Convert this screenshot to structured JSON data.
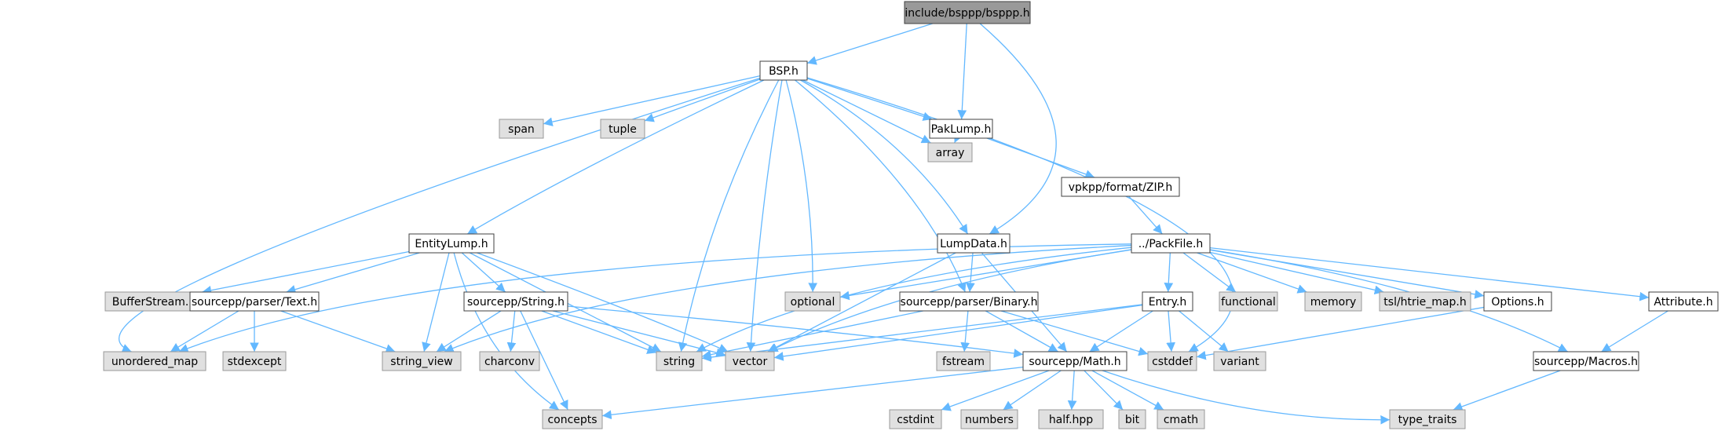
{
  "colors": {
    "root_fill": "#999999",
    "node_fill": "#ffffff",
    "system_fill": "#e0e0e0",
    "node_border": "#404040",
    "system_border": "#999999",
    "edge": "#63b8ff",
    "text": "#000000"
  },
  "nodes": [
    {
      "id": "root",
      "label": "include/bsppp/bsppp.h",
      "kind": "root"
    },
    {
      "id": "bsp",
      "label": "BSP.h",
      "kind": "file"
    },
    {
      "id": "span",
      "label": "span",
      "kind": "system"
    },
    {
      "id": "tuple",
      "label": "tuple",
      "kind": "system"
    },
    {
      "id": "paklump",
      "label": "PakLump.h",
      "kind": "file"
    },
    {
      "id": "array",
      "label": "array",
      "kind": "system"
    },
    {
      "id": "vpkppzip",
      "label": "vpkpp/format/ZIP.h",
      "kind": "file"
    },
    {
      "id": "entitylump",
      "label": "EntityLump.h",
      "kind": "file"
    },
    {
      "id": "lumpdata",
      "label": "LumpData.h",
      "kind": "file"
    },
    {
      "id": "packfile",
      "label": "../PackFile.h",
      "kind": "file"
    },
    {
      "id": "bufferstream",
      "label": "BufferStream.h",
      "kind": "system"
    },
    {
      "id": "parsertext",
      "label": "sourcepp/parser/Text.h",
      "kind": "file"
    },
    {
      "id": "sppstring",
      "label": "sourcepp/String.h",
      "kind": "file"
    },
    {
      "id": "optional",
      "label": "optional",
      "kind": "system"
    },
    {
      "id": "parserbinary",
      "label": "sourcepp/parser/Binary.h",
      "kind": "file"
    },
    {
      "id": "entryh",
      "label": "Entry.h",
      "kind": "file"
    },
    {
      "id": "functional",
      "label": "functional",
      "kind": "system"
    },
    {
      "id": "memory",
      "label": "memory",
      "kind": "system"
    },
    {
      "id": "htriemap",
      "label": "tsl/htrie_map.h",
      "kind": "system"
    },
    {
      "id": "options",
      "label": "Options.h",
      "kind": "file"
    },
    {
      "id": "attribute",
      "label": "Attribute.h",
      "kind": "file"
    },
    {
      "id": "unordered_map",
      "label": "unordered_map",
      "kind": "system"
    },
    {
      "id": "stdexcept",
      "label": "stdexcept",
      "kind": "system"
    },
    {
      "id": "string_view",
      "label": "string_view",
      "kind": "system"
    },
    {
      "id": "charconv",
      "label": "charconv",
      "kind": "system"
    },
    {
      "id": "string",
      "label": "string",
      "kind": "system"
    },
    {
      "id": "vector",
      "label": "vector",
      "kind": "system"
    },
    {
      "id": "fstream",
      "label": "fstream",
      "kind": "system"
    },
    {
      "id": "math",
      "label": "sourcepp/Math.h",
      "kind": "file"
    },
    {
      "id": "cstddef",
      "label": "cstddef",
      "kind": "system"
    },
    {
      "id": "variant",
      "label": "variant",
      "kind": "system"
    },
    {
      "id": "macros",
      "label": "sourcepp/Macros.h",
      "kind": "file"
    },
    {
      "id": "concepts",
      "label": "concepts",
      "kind": "system"
    },
    {
      "id": "cstdint",
      "label": "cstdint",
      "kind": "system"
    },
    {
      "id": "numbers",
      "label": "numbers",
      "kind": "system"
    },
    {
      "id": "halfhpp",
      "label": "half.hpp",
      "kind": "system"
    },
    {
      "id": "bit",
      "label": "bit",
      "kind": "system"
    },
    {
      "id": "cmath",
      "label": "cmath",
      "kind": "system"
    },
    {
      "id": "type_traits",
      "label": "type_traits",
      "kind": "system"
    }
  ],
  "edges": [
    [
      "root",
      "bsp"
    ],
    [
      "root",
      "paklump"
    ],
    [
      "root",
      "lumpdata"
    ],
    [
      "bsp",
      "span"
    ],
    [
      "bsp",
      "tuple"
    ],
    [
      "bsp",
      "paklump"
    ],
    [
      "bsp",
      "array"
    ],
    [
      "bsp",
      "entitylump"
    ],
    [
      "bsp",
      "lumpdata"
    ],
    [
      "bsp",
      "optional"
    ],
    [
      "bsp",
      "parserbinary"
    ],
    [
      "bsp",
      "unordered_map"
    ],
    [
      "bsp",
      "string"
    ],
    [
      "bsp",
      "vector"
    ],
    [
      "bsp",
      "cstddef"
    ],
    [
      "paklump",
      "array"
    ],
    [
      "paklump",
      "vpkppzip"
    ],
    [
      "vpkppzip",
      "packfile"
    ],
    [
      "entitylump",
      "bufferstream"
    ],
    [
      "entitylump",
      "parsertext"
    ],
    [
      "entitylump",
      "sppstring"
    ],
    [
      "entitylump",
      "string_view"
    ],
    [
      "entitylump",
      "string"
    ],
    [
      "entitylump",
      "vector"
    ],
    [
      "entitylump",
      "concepts"
    ],
    [
      "lumpdata",
      "parserbinary"
    ],
    [
      "lumpdata",
      "vector"
    ],
    [
      "lumpdata",
      "math"
    ],
    [
      "packfile",
      "unordered_map"
    ],
    [
      "packfile",
      "string_view"
    ],
    [
      "packfile",
      "optional"
    ],
    [
      "packfile",
      "string"
    ],
    [
      "packfile",
      "vector"
    ],
    [
      "packfile",
      "entryh"
    ],
    [
      "packfile",
      "functional"
    ],
    [
      "packfile",
      "memory"
    ],
    [
      "packfile",
      "htriemap"
    ],
    [
      "packfile",
      "options"
    ],
    [
      "packfile",
      "attribute"
    ],
    [
      "packfile",
      "macros"
    ],
    [
      "parsertext",
      "unordered_map"
    ],
    [
      "parsertext",
      "stdexcept"
    ],
    [
      "parsertext",
      "string_view"
    ],
    [
      "sppstring",
      "string_view"
    ],
    [
      "sppstring",
      "charconv"
    ],
    [
      "sppstring",
      "string"
    ],
    [
      "sppstring",
      "vector"
    ],
    [
      "sppstring",
      "concepts"
    ],
    [
      "sppstring",
      "math"
    ],
    [
      "parserbinary",
      "string"
    ],
    [
      "parserbinary",
      "fstream"
    ],
    [
      "parserbinary",
      "math"
    ],
    [
      "parserbinary",
      "cstddef"
    ],
    [
      "entryh",
      "string"
    ],
    [
      "entryh",
      "vector"
    ],
    [
      "entryh",
      "math"
    ],
    [
      "entryh",
      "cstddef"
    ],
    [
      "entryh",
      "variant"
    ],
    [
      "options",
      "cstddef"
    ],
    [
      "attribute",
      "macros"
    ],
    [
      "macros",
      "type_traits"
    ],
    [
      "math",
      "concepts"
    ],
    [
      "math",
      "cstdint"
    ],
    [
      "math",
      "numbers"
    ],
    [
      "math",
      "halfhpp"
    ],
    [
      "math",
      "bit"
    ],
    [
      "math",
      "cmath"
    ],
    [
      "math",
      "type_traits"
    ]
  ]
}
